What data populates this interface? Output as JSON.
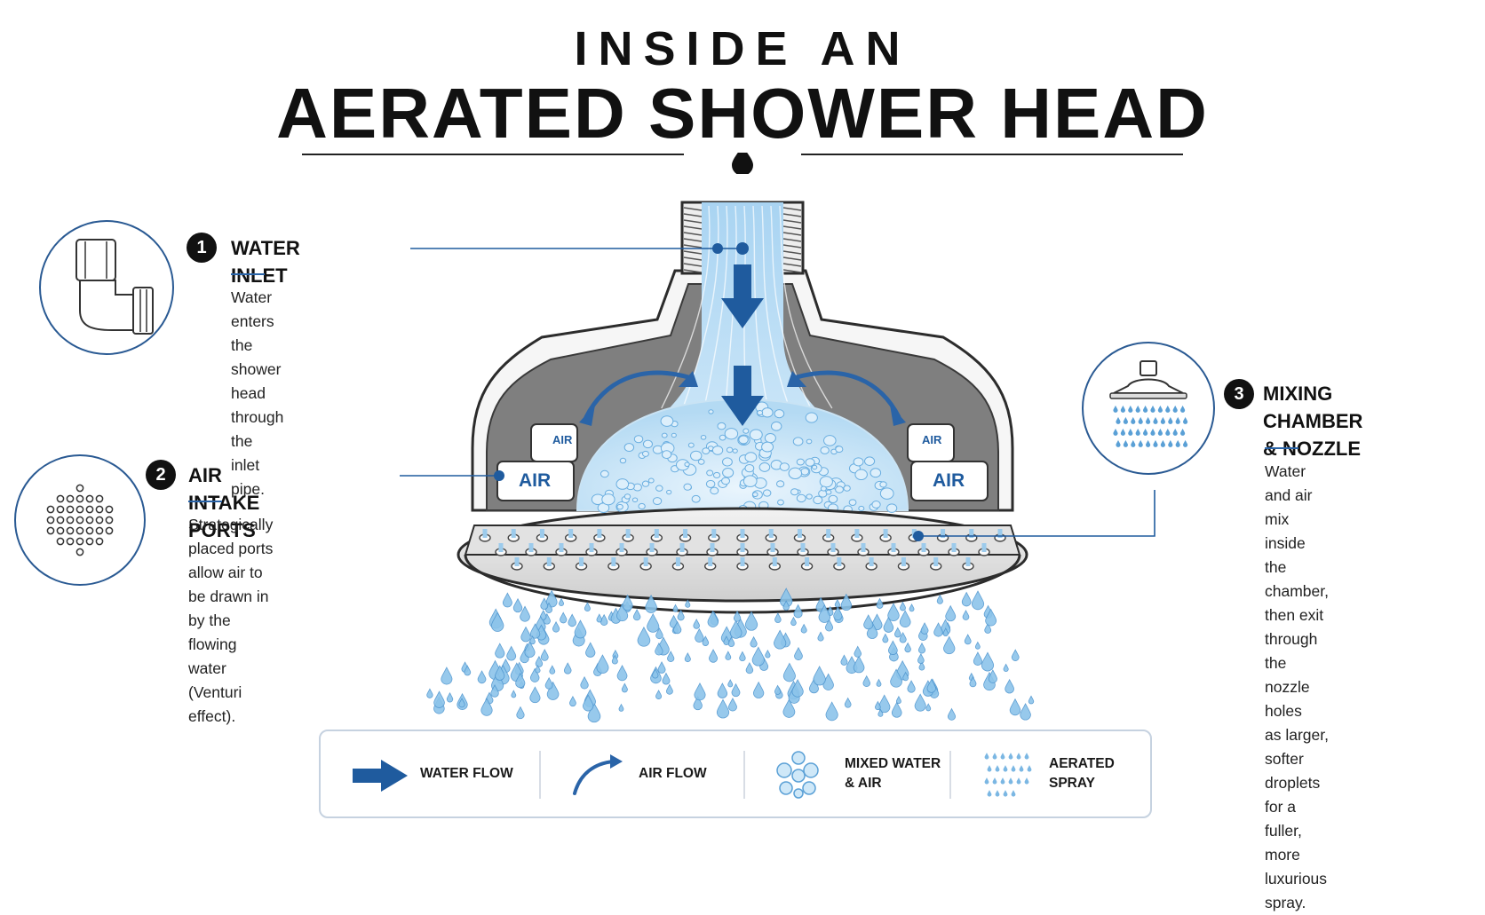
{
  "title": {
    "line1": "INSIDE AN",
    "line2": "AERATED SHOWER HEAD"
  },
  "callouts": [
    {
      "number": "1",
      "title_lines": [
        "WATER INLET"
      ],
      "description_lines": [
        "Water enters the",
        "shower head through",
        "the inlet pipe."
      ],
      "icon": "pipe-elbow-icon"
    },
    {
      "number": "2",
      "title_lines": [
        "AIR INTAKE PORTS"
      ],
      "description_lines": [
        "Strategically placed ports",
        "allow air to be drawn in",
        "by the flowing water",
        "(Venturi effect)."
      ],
      "icon": "air-port-holes-icon"
    },
    {
      "number": "3",
      "title_lines": [
        "MIXING CHAMBER",
        "& NOZZLE"
      ],
      "description_lines": [
        "Water and air mix inside",
        "the chamber, then exit",
        "through the nozzle holes",
        "as larger, softer droplets",
        "for a fuller, more",
        "luxurious spray."
      ],
      "icon": "shower-head-spray-icon"
    }
  ],
  "diagram": {
    "air_label_left": "AIR",
    "air_label_right": "AIR",
    "small_air_left": "AIR",
    "small_air_right": "AIR"
  },
  "legend": [
    {
      "label_lines": [
        "WATER FLOW"
      ],
      "icon": "water-flow-arrow-icon"
    },
    {
      "label_lines": [
        "AIR FLOW"
      ],
      "icon": "air-flow-curve-icon"
    },
    {
      "label_lines": [
        "MIXED WATER",
        "& AIR"
      ],
      "icon": "bubbles-icon"
    },
    {
      "label_lines": [
        "AERATED",
        "SPRAY"
      ],
      "icon": "spray-droplets-icon"
    }
  ],
  "colors": {
    "accent": "#2a64a8",
    "water_light": "#bfe0f5",
    "water_mid": "#8cc4ea",
    "dark_blue": "#1f5b9e",
    "housing_gray": "#8c8c8c"
  }
}
